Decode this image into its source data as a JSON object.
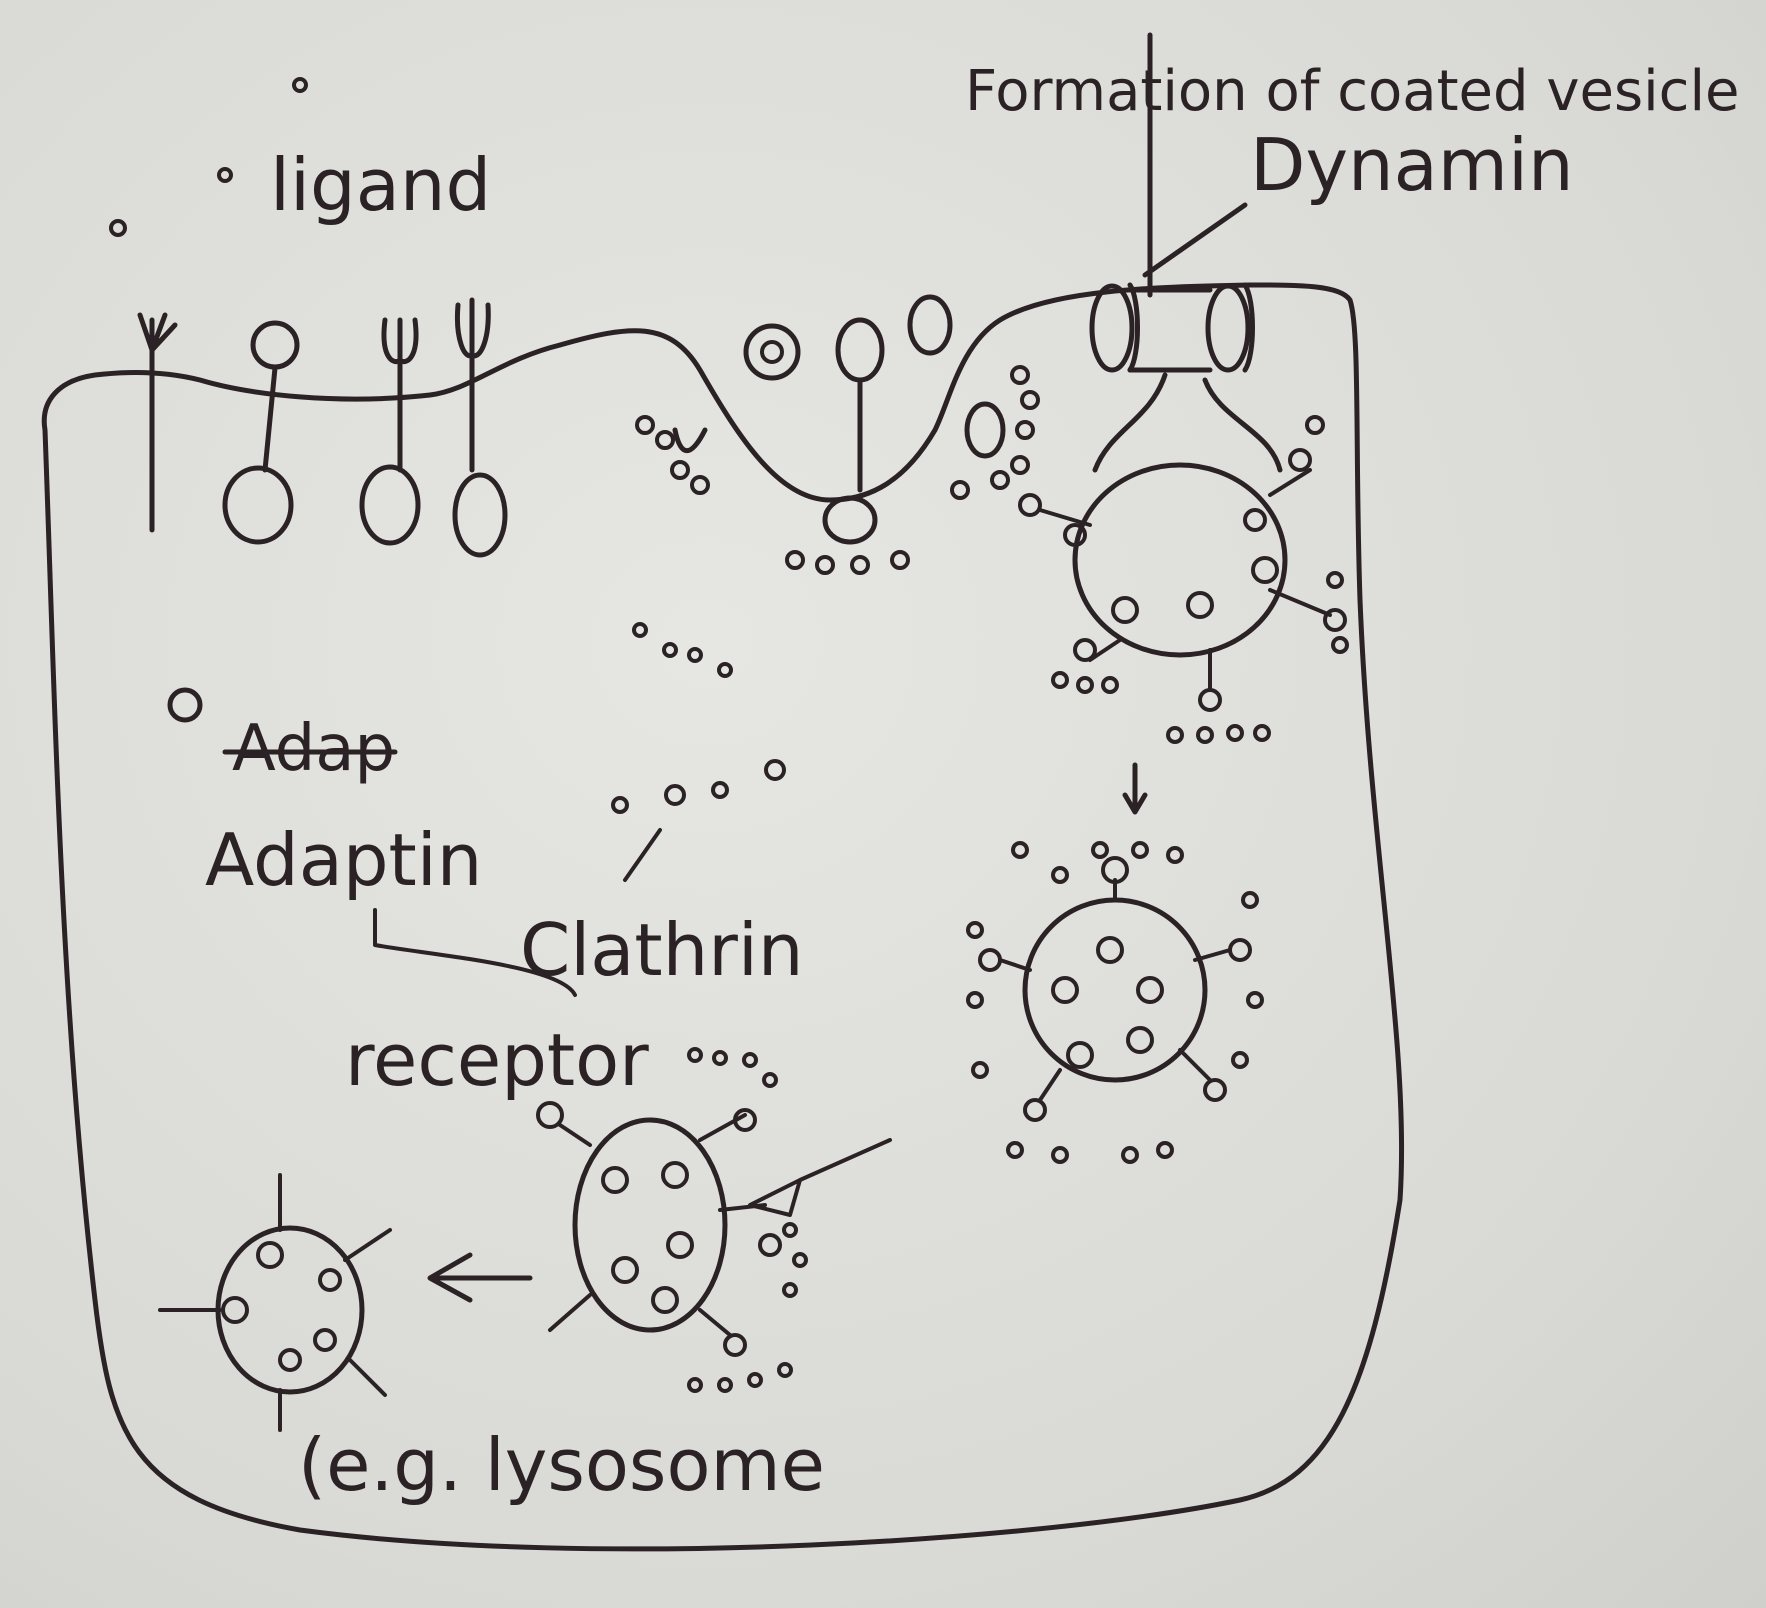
{
  "labels": {
    "ligand": "ligand",
    "formation_title": "Formation of coated vesicle",
    "dynamin": "Dynamin",
    "adaptin_struck": "Adap",
    "adaptin": "Adaptin",
    "clathrin": "Clathrin",
    "receptor": "receptor",
    "lysosome": "(e.g. lysosome"
  },
  "colors": {
    "ink": "#2b2226",
    "paper": "#dcdcd8"
  }
}
